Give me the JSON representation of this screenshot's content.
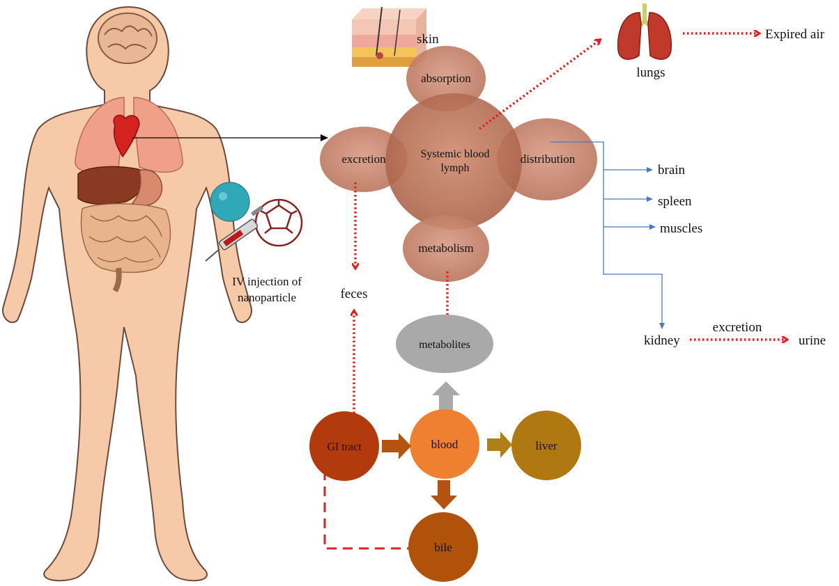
{
  "labels": {
    "skin": "skin",
    "lungs": "lungs",
    "expired_air": "Expired air",
    "absorption": "absorption",
    "excretion_oval": "excretion",
    "systemic_line1": "Systemic blood",
    "systemic_line2": "lymph",
    "distribution": "distribution",
    "metabolism": "metabolism",
    "brain": "brain",
    "spleen": "spleen",
    "muscles": "muscles",
    "kidney": "kidney",
    "excretion_kidney": "excretion",
    "urine": "urine",
    "feces": "feces",
    "metabolites": "metabolites",
    "gi_tract": "GI tract",
    "blood": "blood",
    "liver": "liver",
    "bile": "bile",
    "iv_line1": "IV injection of",
    "iv_line2": "nanoparticle"
  },
  "colors": {
    "skin_body": "#f6c9a8",
    "body_outline": "#6b4a3a",
    "oval_fill": "#c8836b",
    "center_fill": "#c07858",
    "red_arrow": "#e02020",
    "blue_line": "#4a78c8",
    "metabolites_fill": "#a9a9a9",
    "gi_tract_fill": "#b23a0d",
    "blood_fill": "#ee8030",
    "liver_fill": "#b07810",
    "bile_fill": "#b0520a",
    "brown_arrow": "#b4520f",
    "gold_arrow": "#b08018",
    "gray_arrow": "#a9a9a9"
  }
}
